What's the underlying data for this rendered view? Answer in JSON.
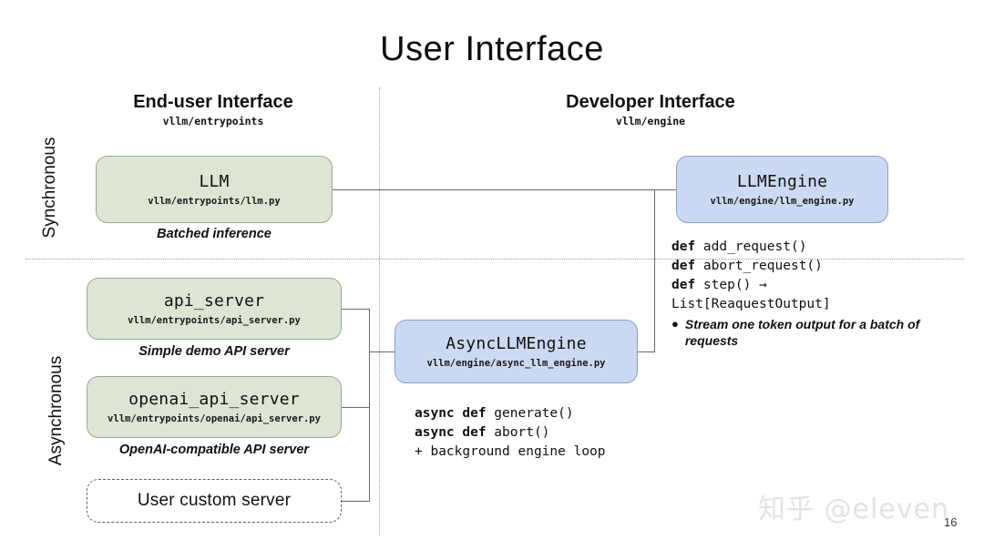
{
  "slide": {
    "title": "User Interface",
    "page_number": "16",
    "watermark": "知乎 @eleven"
  },
  "axis_labels": {
    "synchronous": "Synchronous",
    "asynchronous": "Asynchronous"
  },
  "columns": [
    {
      "id": "end-user",
      "title": "End-user Interface",
      "subtitle": "vllm/entrypoints"
    },
    {
      "id": "developer",
      "title": "Developer Interface",
      "subtitle": "vllm/engine"
    }
  ],
  "nodes": {
    "llm": {
      "title": "LLM",
      "path": "vllm/entrypoints/llm.py",
      "caption": "Batched inference",
      "fill": "#dde6d5"
    },
    "llm_engine": {
      "title": "LLMEngine",
      "path": "vllm/engine/llm_engine.py",
      "fill": "#ccd9f2"
    },
    "api_server": {
      "title": "api_server",
      "path": "vllm/entrypoints/api_server.py",
      "caption": "Simple demo API server",
      "fill": "#dde6d5"
    },
    "openai_api_server": {
      "title": "openai_api_server",
      "path": "vllm/entrypoints/openai/api_server.py",
      "caption": "OpenAI-compatible API server",
      "fill": "#dde6d5"
    },
    "user_custom_server": {
      "title": "User custom server",
      "fill": "#ffffff"
    },
    "async_llm_engine": {
      "title": "AsyncLLMEngine",
      "path": "vllm/engine/async_llm_engine.py",
      "fill": "#ccd9f2"
    }
  },
  "engine_api": {
    "line1_kw": "def",
    "line1_rest": " add_request()",
    "line2_kw": "def",
    "line2_rest": " abort_request()",
    "line3_kw": "def",
    "line3_rest": " step() →",
    "line4": "List[ReaquestOutput]",
    "bullet": "Stream one token output for a batch of requests"
  },
  "async_api": {
    "line1_kw": "async def",
    "line1_rest": " generate()",
    "line2_kw": "async def",
    "line2_rest": " abort()",
    "line3": "+ background engine loop"
  }
}
